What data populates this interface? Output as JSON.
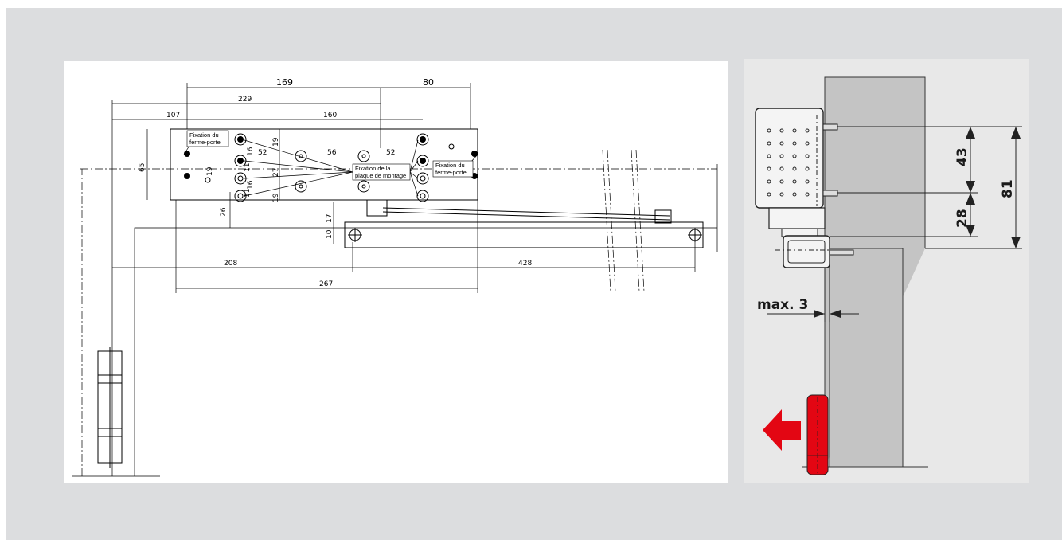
{
  "plan": {
    "dims": {
      "d169": "169",
      "d80": "80",
      "d229": "229",
      "d107": "107",
      "d160": "160",
      "d56": "56",
      "d52a": "52",
      "d52b": "52",
      "d65": "65",
      "d19a": "19",
      "d19b": "19",
      "d19c": "19",
      "d16a": "16",
      "d16b": "16",
      "d11a": "11",
      "d11b": "11",
      "d27": "27",
      "d26": "26",
      "d17": "17",
      "d10": "10",
      "d208": "208",
      "d428": "428",
      "d267": "267"
    },
    "labels": {
      "closer_left_l1": "Fixation du",
      "closer_left_l2": "ferme-porte",
      "plate_l1": "Fixation de la",
      "plate_l2": "plaque de montage",
      "closer_right_l1": "Fixation du",
      "closer_right_l2": "ferme-porte"
    }
  },
  "section": {
    "dim_43": "43",
    "dim_28": "28",
    "dim_81": "81",
    "max_label": "max. 3",
    "colors": {
      "arrow": "#e30613",
      "door": "#c4c4c4",
      "closer_body": "#f4f4f4",
      "background": "#e8e8e8"
    }
  }
}
